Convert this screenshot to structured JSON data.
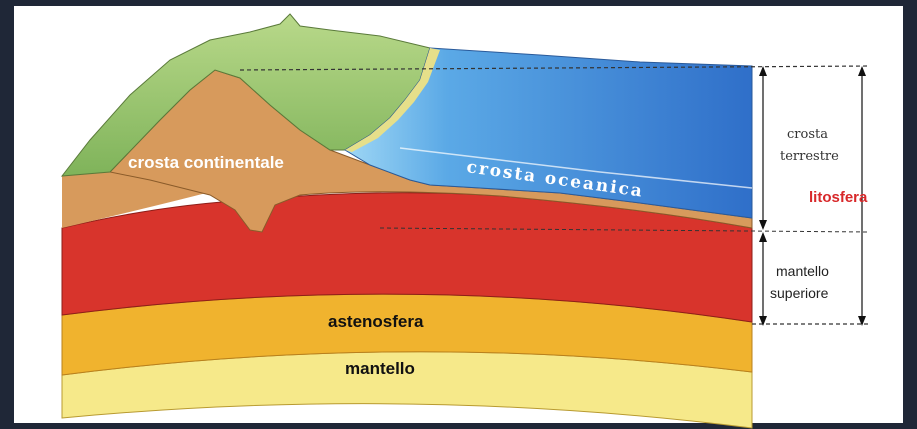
{
  "layers": {
    "continental_crust": "crosta continentale",
    "oceanic_crust": "crosta oceanica",
    "asthenosphere": "astenosfera",
    "mantle": "mantello"
  },
  "side_labels": {
    "earth_crust_line1": "crosta",
    "earth_crust_line2": "terrestre",
    "lithosphere": "litosfera",
    "upper_mantle_line1": "mantello",
    "upper_mantle_line2": "superiore"
  },
  "colors": {
    "land": "#8fc06a",
    "ocean": "#3f86d4",
    "continental_crust": "#d79a5c",
    "lithospheric_mantle": "#d8342c",
    "asthenosphere": "#f0b32e",
    "mantle": "#f6e98a",
    "lithosphere_label": "#d8282a"
  }
}
